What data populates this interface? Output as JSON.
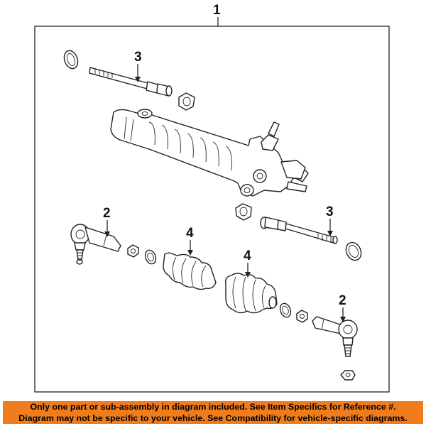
{
  "callouts": {
    "main_assembly": "1",
    "outer_tie_rod_left": "2",
    "outer_tie_rod_right": "2",
    "inner_tie_rod_upper": "3",
    "inner_tie_rod_right": "3",
    "boot_left": "4",
    "boot_right": "4"
  },
  "disclaimer": {
    "line1": "Only one part or sub-assembly in diagram included. See Item Specifics for Reference #.",
    "line2": "Diagram may not be specific to your vehicle. See Compatibility for vehicle-specific diagrams."
  },
  "colors": {
    "disclaimer_background": "#f07c1c",
    "line_art": "#222222"
  }
}
